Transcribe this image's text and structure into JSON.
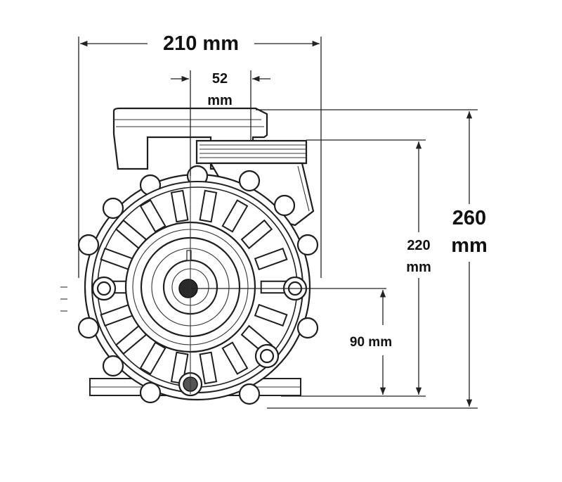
{
  "dimensions": {
    "overall_width": "210 mm",
    "outlet_offset_value": "52",
    "outlet_offset_unit": "mm",
    "overall_height_value": "260",
    "overall_height_unit": "mm",
    "outlet_height_value": "220",
    "outlet_height_unit": "mm",
    "shaft_height": "90 mm"
  },
  "colors": {
    "line": "#1e1e1e",
    "background": "#ffffff"
  }
}
